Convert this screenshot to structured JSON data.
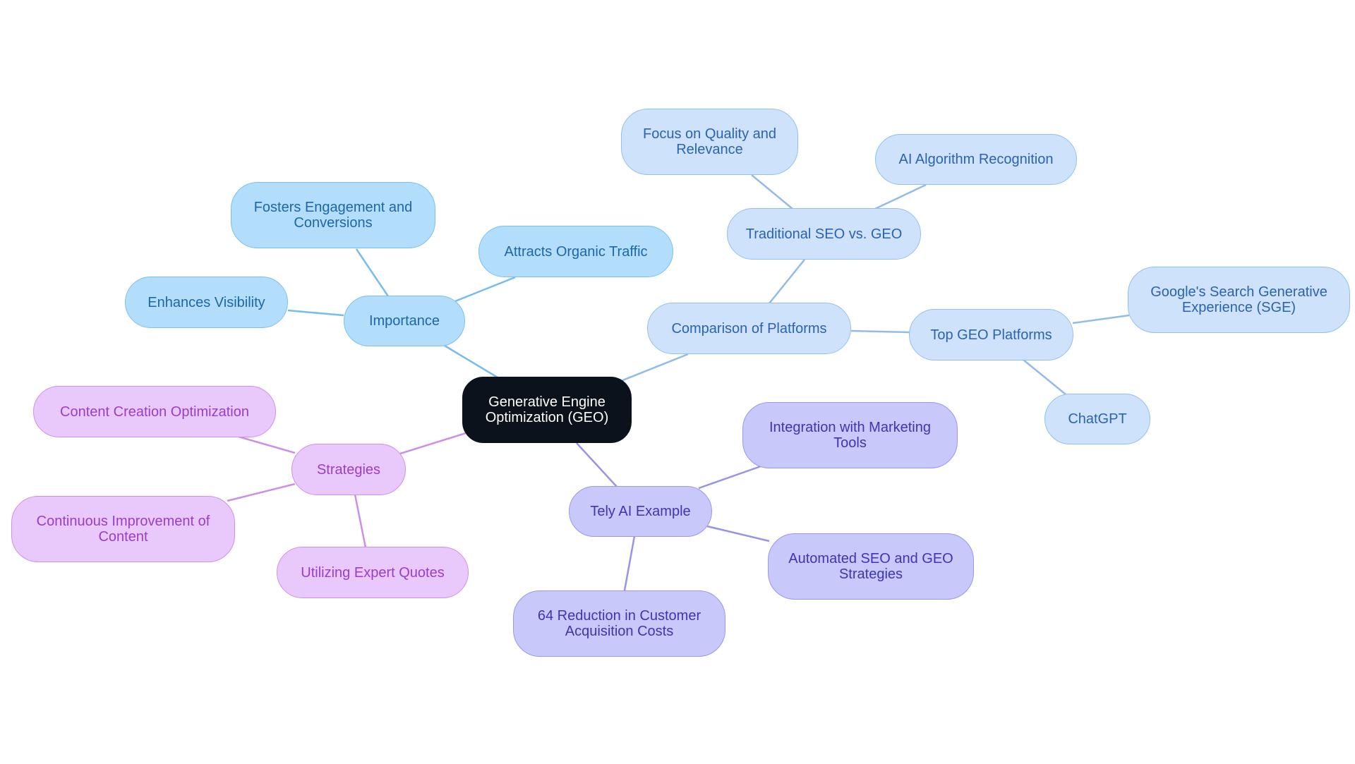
{
  "root": {
    "label": "Generative Engine Optimization (GEO)"
  },
  "branches": {
    "importance": {
      "label": "Importance",
      "children": [
        "Fosters Engagement and Conversions",
        "Attracts Organic Traffic",
        "Enhances Visibility"
      ]
    },
    "comparison": {
      "label": "Comparison of Platforms",
      "traditional": {
        "label": "Traditional SEO vs. GEO",
        "children": [
          "Focus on Quality and Relevance",
          "AI Algorithm Recognition"
        ]
      },
      "top": {
        "label": "Top GEO Platforms",
        "children": [
          "Google's Search Generative Experience (SGE)",
          "ChatGPT"
        ]
      }
    },
    "strategies": {
      "label": "Strategies",
      "children": [
        "Content Creation Optimization",
        "Continuous Improvement of Content",
        "Utilizing Expert Quotes"
      ]
    },
    "tely": {
      "label": "Tely AI Example",
      "children": [
        "Integration with Marketing Tools",
        "Automated SEO and GEO Strategies",
        "64 Reduction in Customer Acquisition Costs"
      ]
    }
  },
  "colors": {
    "root": "#0b121c",
    "importance": "#b3defb",
    "comparison": "#cfe2fb",
    "strategies": "#e9c8fb",
    "tely": "#c8c8fb",
    "importance_edge": "#74bdee",
    "comparison_edge": "#93bbea",
    "strategies_edge": "#cc8fe9",
    "tely_edge": "#9793e9"
  }
}
